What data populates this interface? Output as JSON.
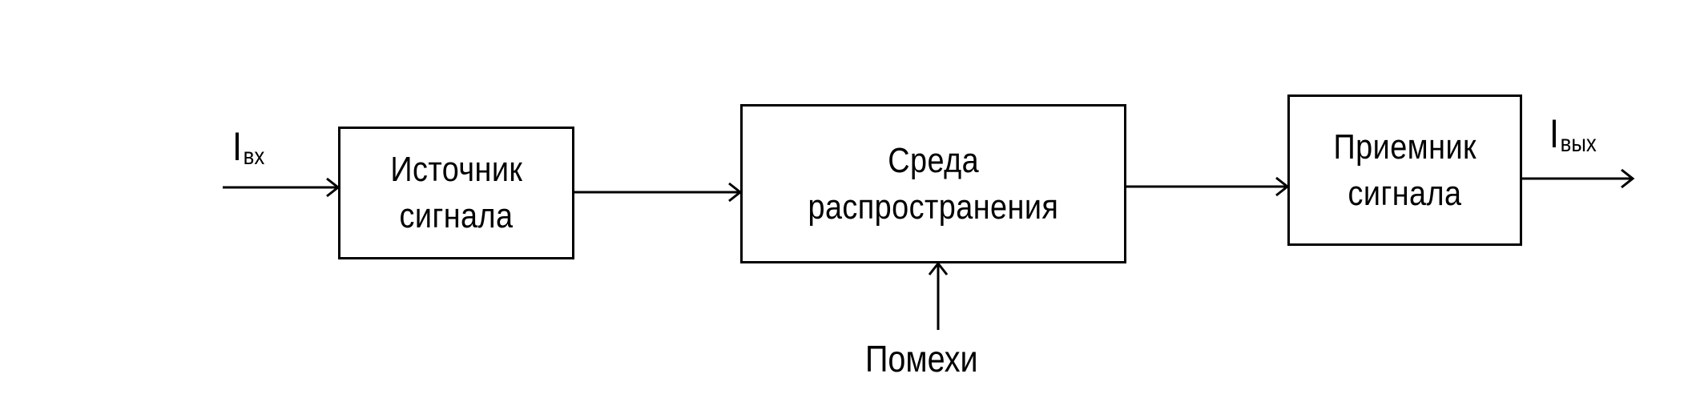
{
  "diagram": {
    "input": {
      "symbol": "I",
      "subscript": "вх"
    },
    "output": {
      "symbol": "I",
      "subscript": "вых"
    },
    "blocks": {
      "source": {
        "line1": "Источник",
        "line2": "сигнала"
      },
      "medium": {
        "line1": "Среда",
        "line2": "распространения"
      },
      "receiver": {
        "line1": "Приемник",
        "line2": "сигнала"
      }
    },
    "noise": {
      "label": "Помехи"
    }
  }
}
